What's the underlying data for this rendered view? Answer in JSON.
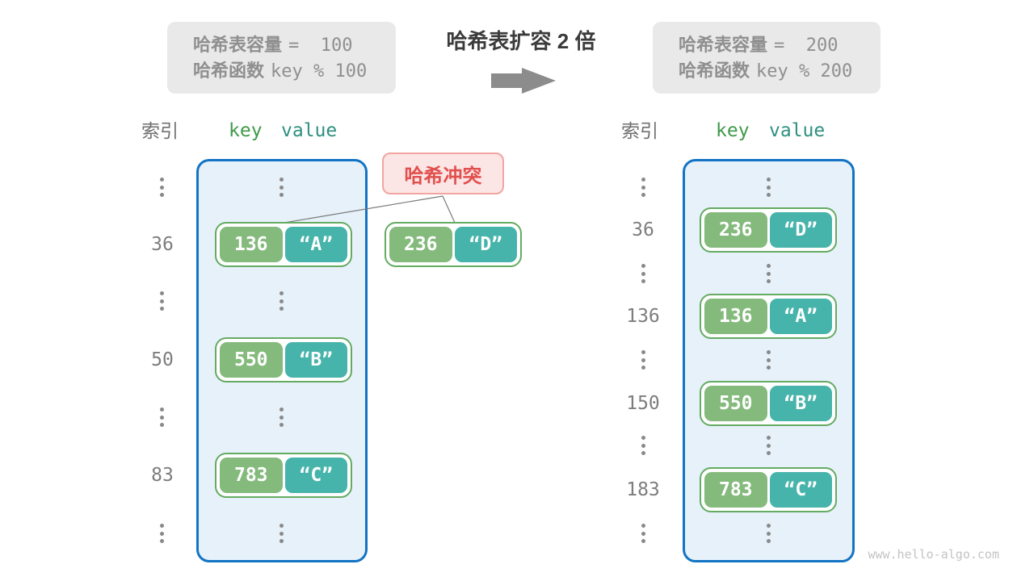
{
  "top_bar": {
    "left_box": {
      "line1_label": "哈希表容量",
      "line1_code": "=  100",
      "line2_label": "哈希函数",
      "line2_code": "key % 100"
    },
    "title": "哈希表扩容 2 倍",
    "right_box": {
      "line1_label": "哈希表容量",
      "line1_code": "=  200",
      "line2_label": "哈希函数",
      "line2_code": "key % 200"
    }
  },
  "columns": {
    "index": "索引",
    "key": "key",
    "value": "value"
  },
  "collision": {
    "label": "哈希冲突"
  },
  "collision_pair": {
    "key": "236",
    "value": "“D”"
  },
  "left_table": {
    "indices": [
      "36",
      "50",
      "83"
    ],
    "pairs": [
      {
        "key": "136",
        "value": "“A”"
      },
      {
        "key": "550",
        "value": "“B”"
      },
      {
        "key": "783",
        "value": "“C”"
      }
    ]
  },
  "right_table": {
    "indices": [
      "36",
      "136",
      "150",
      "183"
    ],
    "pairs": [
      {
        "key": "236",
        "value": "“D”"
      },
      {
        "key": "136",
        "value": "“A”"
      },
      {
        "key": "550",
        "value": "“B”"
      },
      {
        "key": "783",
        "value": "“C”"
      }
    ]
  },
  "colors": {
    "container_border": "#1374c4",
    "container_fill": "#e6f1fa",
    "key_green": "#85ba7d",
    "value_teal": "#47b4ab",
    "pair_border": "#65ab62",
    "collision_red": "#e1504d",
    "collision_fill": "#fbe5e5",
    "infobox_gray": "#e9e9e9"
  },
  "watermark": "www.hello-algo.com"
}
